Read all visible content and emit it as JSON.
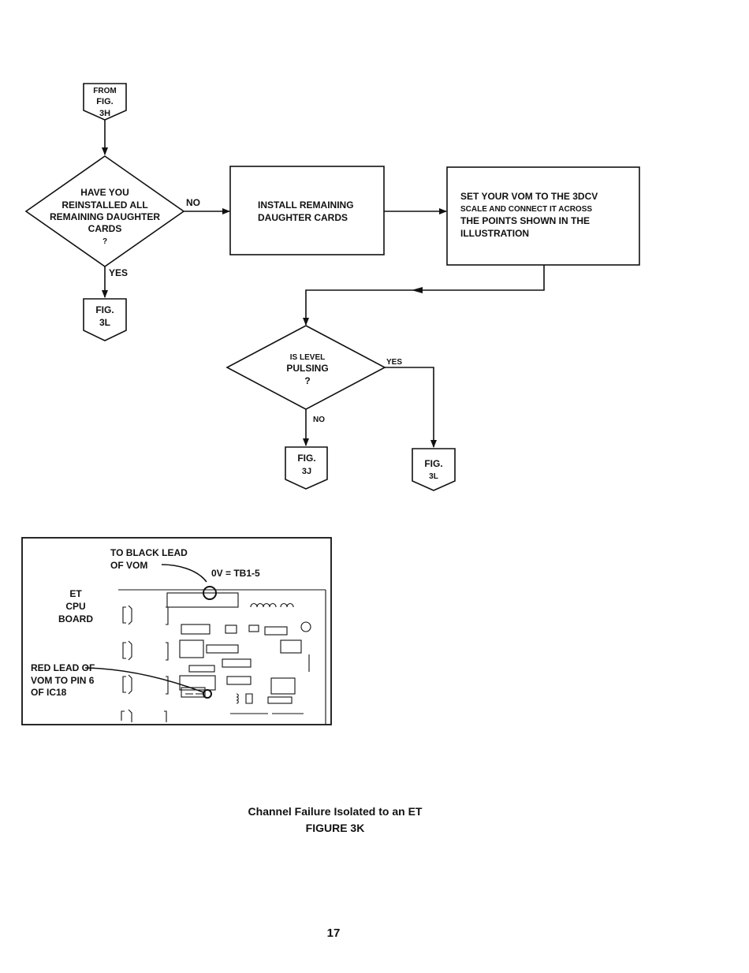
{
  "flowchart": {
    "from_connector": [
      "FROM",
      "FIG.",
      "3H"
    ],
    "decision_reinstalled": [
      "HAVE YOU",
      "REINSTALLED ALL",
      "REMAINING DAUGHTER",
      "CARDS",
      "?"
    ],
    "label_no_1": "NO",
    "label_yes_1": "YES",
    "box_install": [
      "INSTALL REMAINING",
      "DAUGHTER CARDS"
    ],
    "box_set_vom": [
      "SET YOUR VOM TO THE 3DCV",
      "SCALE AND CONNECT IT ACROSS",
      "THE POINTS SHOWN IN THE",
      "ILLUSTRATION"
    ],
    "connector_fig3l_a": [
      "FIG.",
      "3L"
    ],
    "decision_level": [
      "IS LEVEL",
      "PULSING",
      "?"
    ],
    "label_yes_2": "YES",
    "label_no_2": "NO",
    "connector_fig3j": [
      "FIG.",
      "3J"
    ],
    "connector_fig3l_b": [
      "FIG.",
      "3L"
    ]
  },
  "illustration": {
    "black_lead_label": [
      "TO BLACK LEAD",
      "OF VOM"
    ],
    "ov_label": "0V = TB1-5",
    "board_label": [
      "ET",
      "CPU",
      "BOARD"
    ],
    "red_lead_label": [
      "RED LEAD OF",
      "VOM TO PIN 6",
      "OF IC18"
    ]
  },
  "caption": {
    "line1": "Channel Failure Isolated to an ET",
    "line2": "FIGURE 3K"
  },
  "page_number": "17"
}
